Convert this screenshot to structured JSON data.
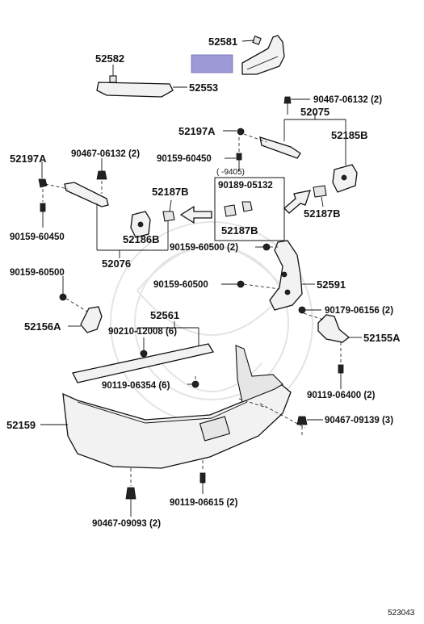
{
  "labels": {
    "p52581": "52581",
    "p52582": "52582",
    "p52553": "52553",
    "p90467_06132_a": "90467-06132 (2)",
    "p52075": "52075",
    "p52197A_a": "52197A",
    "p52185B": "52185B",
    "p90159_60450_a": "90159-60450",
    "p52197A_b": "52197A",
    "p90467_06132_b": "90467-06132 (2)",
    "range": "(   -9405)",
    "p90189_05132": "90189-05132",
    "p52187B_a": "52187B",
    "p52187B_b": "52187B",
    "p52187B_c": "52187B",
    "p52186B": "52186B",
    "p90159_60450_b": "90159-60450",
    "p52076": "52076",
    "p90159_60500_a": "90159-60500 (2)",
    "p90159_60500_b": "90159-60500",
    "p52591": "52591",
    "p90159_60500_c": "90159-60500",
    "p90179_06156": "90179-06156 (2)",
    "p52561": "52561",
    "p52156A": "52156A",
    "p90210_12008": "90210-12008 (6)",
    "p52155A": "52155A",
    "p90119_06354": "90119-06354 (6)",
    "p90119_06400": "90119-06400 (2)",
    "p52159": "52159",
    "p90467_09139": "90467-09139 (3)",
    "p90119_06615": "90119-06615 (2)",
    "p90467_09093": "90467-09093 (2)",
    "code": "523043"
  },
  "colors": {
    "highlight": "#9c99d6",
    "ink": "#111111",
    "watermark": "#e4e4e4"
  }
}
